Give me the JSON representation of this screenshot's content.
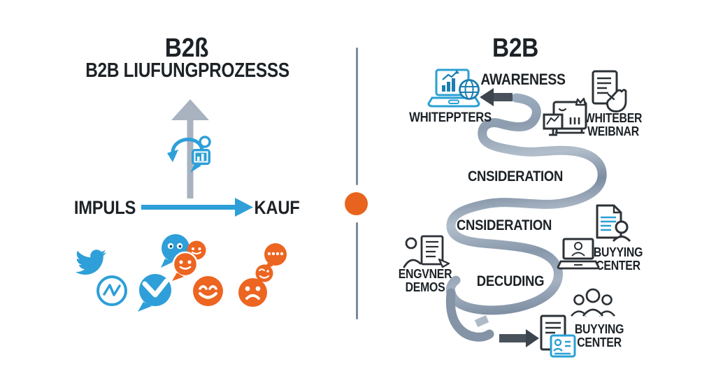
{
  "left_panel": {
    "title": "B2ß",
    "subtitle": "B2B LIUFUNGPROZESSS",
    "impulse_label": "IMPULS",
    "purchase_label": "KAUF",
    "icon_names": [
      "up-arrow-icon",
      "loop-chart-bubble-icon",
      "twitter-bird-icon",
      "pulse-circle-icon",
      "message-check-bubble-icon",
      "chat-blob-characters-icon",
      "happy-emoji-icon",
      "sad-emoji-icon",
      "typing-bubble-face-icon"
    ]
  },
  "divider": {
    "dot_color": "#E8641E"
  },
  "right_panel": {
    "title": "B2B",
    "stages": [
      "AWARENESS",
      "CNSIDERATION",
      "CNSIDERATION",
      "DECUDING"
    ],
    "touchpoints": {
      "whiteppters": "WHITEPPTERS",
      "whiteber_line1": "WHITEBER",
      "whiteber_line2": "WEIBNAR",
      "engvner_line1": "ENGVNER",
      "engvner_line2": "DEMOS",
      "buyying_mid_line1": "BUYYING",
      "buyying_mid_line2": "CENTER",
      "buyying_bottom_line1": "BUYYING",
      "buyying_bottom_line2": "CENTER"
    },
    "icon_names": [
      "laptop-chart-globe-icon",
      "hand-document-icon",
      "webinar-board-icon",
      "document-person-icon",
      "laptop-person-icon",
      "person-document-demo-icon",
      "people-group-icon",
      "document-idcard-icon"
    ]
  },
  "colors": {
    "blue": "#2E9FD8",
    "blue_dark": "#1C7FB0",
    "orange": "#EC6521",
    "ink": "#1D2226",
    "path_light": "#AEBAC8",
    "path_dark": "#6E7F93",
    "arrow_dark": "#49525C",
    "gray_arrow": "#A9B3BF"
  }
}
